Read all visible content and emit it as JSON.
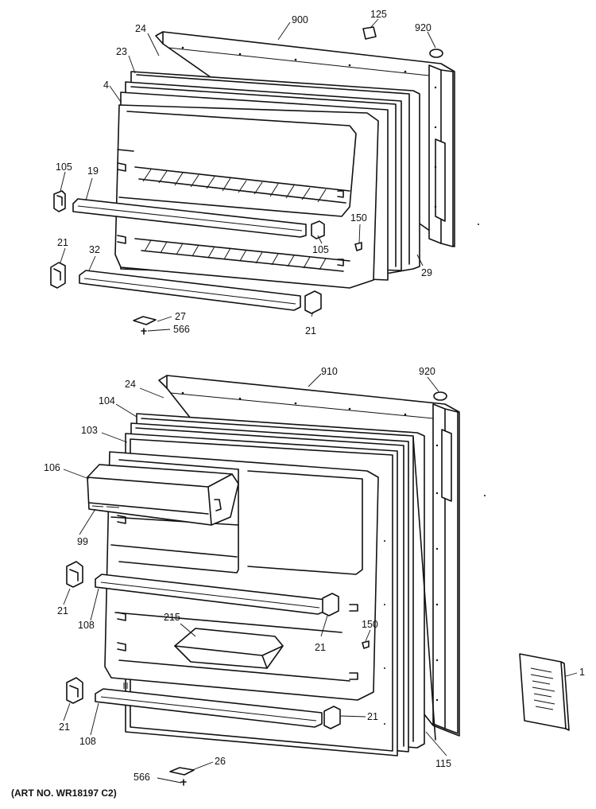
{
  "art_number": "(ART NO. WR18197 C2)",
  "freezer_door": {
    "callouts": {
      "c900": "900",
      "c125": "125",
      "c920": "920",
      "c24": "24",
      "c23": "23",
      "c4": "4",
      "c105a": "105",
      "c19": "19",
      "c150": "150",
      "c105b": "105",
      "c29": "29",
      "c21a": "21",
      "c32": "32",
      "c27": "27",
      "c566": "566",
      "c21b": "21"
    }
  },
  "fresh_food_door": {
    "callouts": {
      "c910": "910",
      "c920": "920",
      "c24": "24",
      "c104": "104",
      "c103": "103",
      "c106": "106",
      "c99": "99",
      "c21a": "21",
      "c108a": "108",
      "c215": "215",
      "c150": "150",
      "c21b": "21",
      "c21c": "21",
      "c108b": "108",
      "c21d": "21",
      "c115": "115",
      "c566": "566",
      "c26": "26",
      "c1": "1"
    }
  }
}
